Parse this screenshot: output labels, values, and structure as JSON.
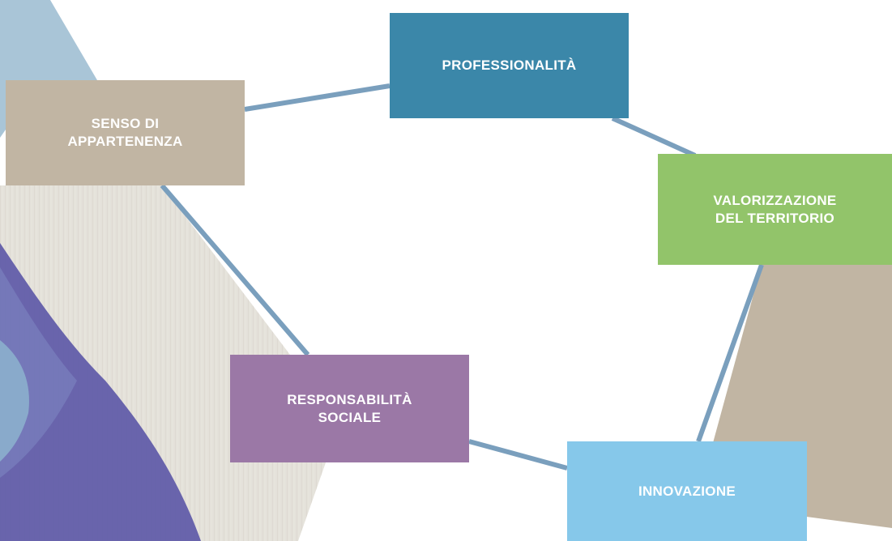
{
  "colors": {
    "connector": "#7a9fbd",
    "senso": "#c1b5a3",
    "professionalita": "#3b87a9",
    "valorizzazione": "#92c46a",
    "responsabilita": "#9b78a6",
    "innovazione": "#86c8ea",
    "beige_shape": "#c1b5a3",
    "paper": "#e4e1da",
    "sky": "#a9c5d7",
    "violet": "#5b56a6"
  },
  "nodes": [
    {
      "id": "senso",
      "label": "SENSO DI\nAPPARTENENZA"
    },
    {
      "id": "professionalita",
      "label": "PROFESSIONALITÀ"
    },
    {
      "id": "valorizzazione",
      "label": "VALORIZZAZIONE\nDEL TERRITORIO"
    },
    {
      "id": "responsabilita",
      "label": "RESPONSABILITÀ\nSOCIALE"
    },
    {
      "id": "innovazione",
      "label": "INNOVAZIONE"
    }
  ],
  "edges": [
    [
      "senso",
      "professionalita"
    ],
    [
      "professionalita",
      "valorizzazione"
    ],
    [
      "valorizzazione",
      "innovazione"
    ],
    [
      "innovazione",
      "responsabilita"
    ],
    [
      "responsabilita",
      "senso"
    ]
  ]
}
